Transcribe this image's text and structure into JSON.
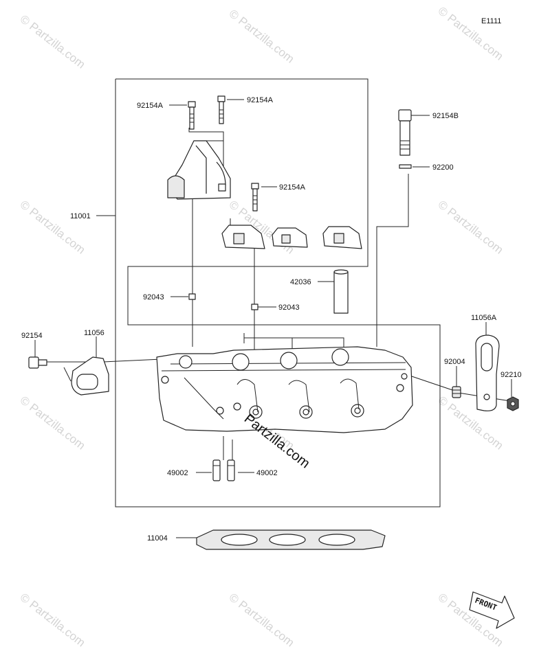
{
  "diagram_code": "E1111",
  "watermark": "© Partzilla.com",
  "center_watermark": "Partzilla.com",
  "front_arrow": "FRONT",
  "labels": {
    "p92154A_1": "92154A",
    "p92154A_2": "92154A",
    "p92154A_3": "92154A",
    "p92154B": "92154B",
    "p92200": "92200",
    "p11001": "11001",
    "p42036": "42036",
    "p92043_1": "92043",
    "p92043_2": "92043",
    "p92154": "92154",
    "p11056": "11056",
    "p11056A": "11056A",
    "p92004": "92004",
    "p92210": "92210",
    "p49002_1": "49002",
    "p49002_2": "49002",
    "p11004": "11004"
  }
}
